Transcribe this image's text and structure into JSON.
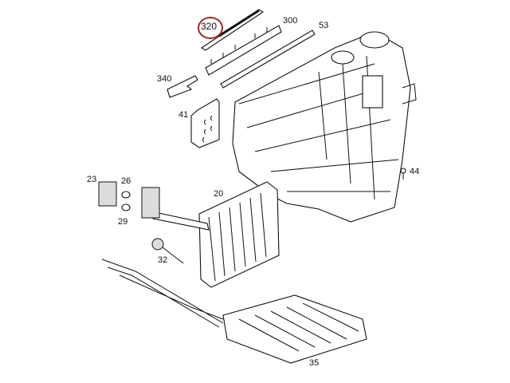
{
  "diagram": {
    "highlight_color": "#9a2a1e",
    "highlighted_part": "320",
    "labels": {
      "p320": "320",
      "p300": "300",
      "p53": "53",
      "p340": "340",
      "p41": "41",
      "p44": "44",
      "p23": "23",
      "p26": "26",
      "p29": "29",
      "p20": "20",
      "p32": "32",
      "p35": "35"
    }
  }
}
